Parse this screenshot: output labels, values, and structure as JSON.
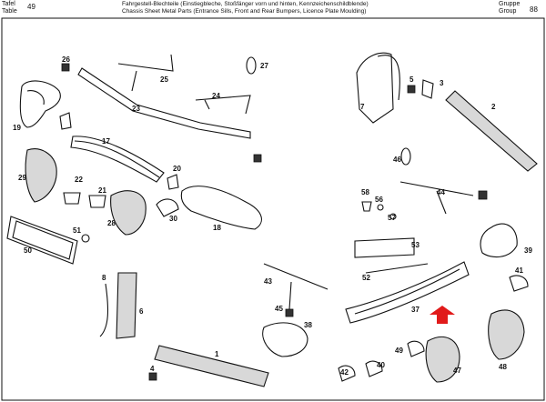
{
  "header": {
    "tafel_label": "Tafel",
    "table_label": "Table",
    "table_number": "49",
    "title_de": "Fahrgestell-Blechteile (Einstiegbleche, Stoßfänger vorn und hinten, Kennzeichenschildblende)",
    "title_en": "Chassis Sheet Metal Parts (Entrance Sills, Front and Rear Bumpers, Licence Plate Moulding)",
    "gruppe_label": "Gruppe",
    "group_label": "Group",
    "group_number": "88"
  },
  "callouts": [
    "1",
    "2",
    "3",
    "4",
    "5",
    "6",
    "7",
    "8",
    "17",
    "18",
    "19",
    "20",
    "21",
    "22",
    "23",
    "24",
    "25",
    "26",
    "27",
    "28",
    "29",
    "30",
    "37",
    "38",
    "39",
    "40",
    "41",
    "42",
    "43",
    "44",
    "45",
    "46",
    "47",
    "48",
    "49",
    "50",
    "51",
    "52",
    "53",
    "56",
    "57",
    "58"
  ],
  "colors": {
    "line": "#111111",
    "arrow": "#e11a1a",
    "shade": "#d8d8d8"
  }
}
